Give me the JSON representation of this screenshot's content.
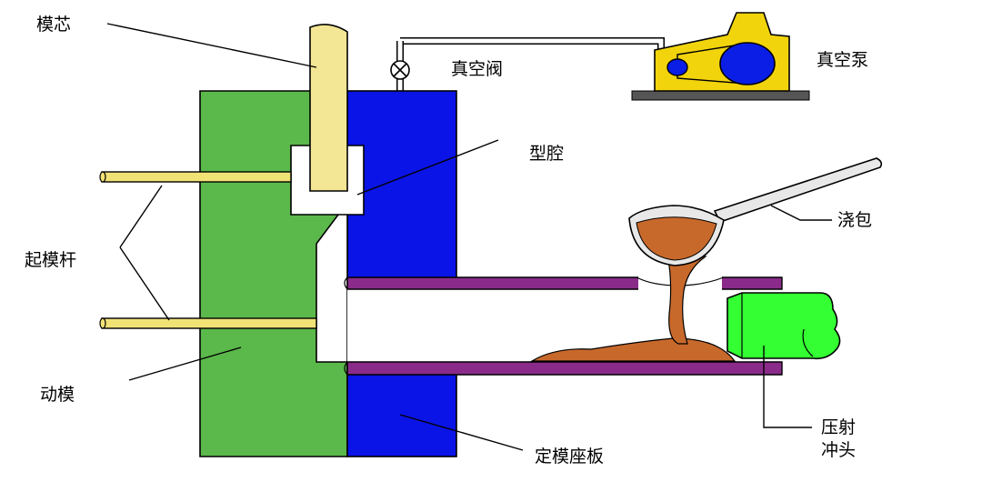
{
  "diagram": {
    "labels": {
      "core": "模芯",
      "vacuum_valve": "真空阀",
      "vacuum_pump": "真空泵",
      "cavity": "型腔",
      "ladle": "浇包",
      "ejector_pins": "起模杆",
      "moving_die": "动模",
      "fixed_platen": "定模座板",
      "plunger_line1": "压射",
      "plunger_line2": "冲头"
    },
    "colors": {
      "moving_die": "#5bb84a",
      "fixed_die": "#0a14e6",
      "core": "#f3e694",
      "ejector_pin": "#f1e276",
      "shot_sleeve": "#8a2b8a",
      "molten_metal": "#c8692c",
      "plunger": "#33ff33",
      "pump_body": "#f2d40d",
      "pump_wheel": "#0a1ee6",
      "pump_base": "#555555",
      "ladle": "#e8e8e8",
      "outline": "#000000"
    }
  }
}
